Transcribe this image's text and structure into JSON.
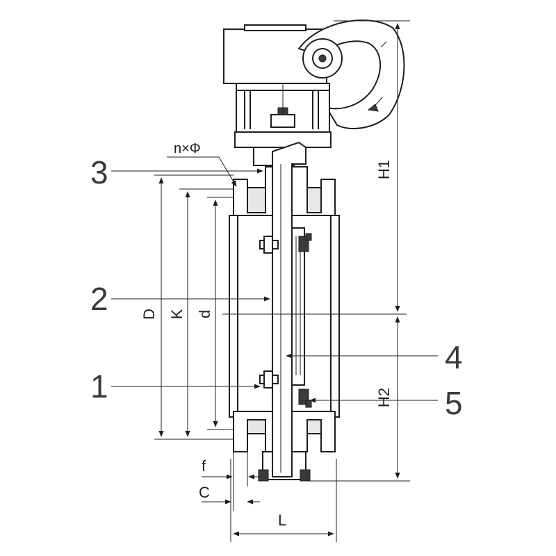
{
  "callouts": {
    "c1": "1",
    "c2": "2",
    "c3": "3",
    "c4": "4",
    "c5": "5"
  },
  "dimensions": {
    "nphi": "n×Φ",
    "D": "D",
    "K": "K",
    "d": "d",
    "f": "f",
    "C": "C",
    "L": "L",
    "H1": "H1",
    "H2": "H2"
  },
  "colors": {
    "line": "#1e1e1e",
    "label": "#3a3a3a",
    "background": "#ffffff"
  }
}
